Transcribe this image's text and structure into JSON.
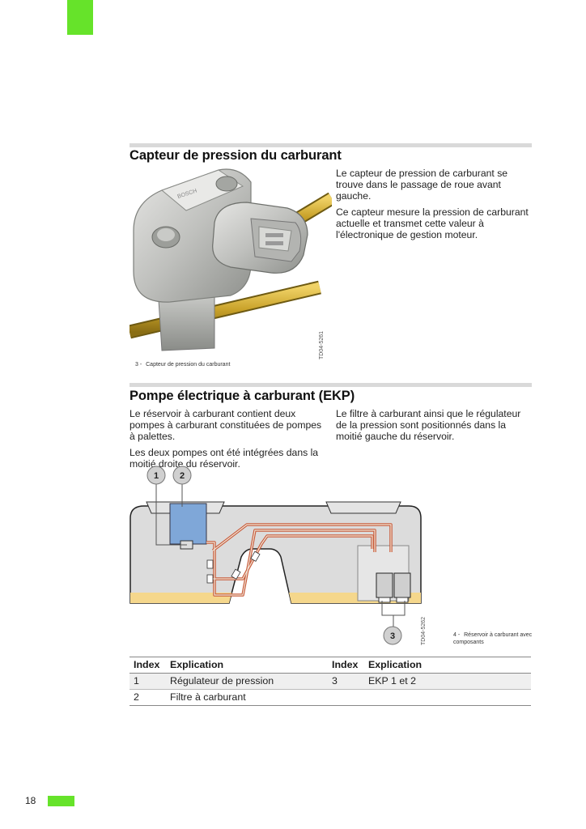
{
  "section1": {
    "title": "Capteur de pression du carburant",
    "paragraphs": [
      "Le capteur de pression de carburant se trouve dans le passage de roue avant gauche.",
      "Ce capteur mesure la pression de carburant actuelle et transmet cette valeur à l'électronique de gestion moteur."
    ],
    "figure": {
      "caption_number": "3 -",
      "caption": "Capteur de pression du carburant",
      "code": "TD04-5261",
      "sensor_brand": "BOSCH"
    }
  },
  "section2": {
    "title": "Pompe électrique à carburant (EKP)",
    "col_left": [
      "Le réservoir à carburant contient deux pompes à carburant constituées de pompes à palettes.",
      "Les deux pompes ont été intégrées dans la moitié droite du réservoir."
    ],
    "col_right": [
      "Le filtre à carburant ainsi que le régulateur de la pression sont positionnés dans la moitié gauche du réservoir."
    ],
    "figure": {
      "callouts": [
        "1",
        "2",
        "3"
      ],
      "caption_number": "4 -",
      "caption": "Réservoir à carburant avec composants",
      "code": "TD04-5262"
    }
  },
  "table": {
    "headers": [
      "Index",
      "Explication",
      "Index",
      "Explication"
    ],
    "rows": [
      [
        "1",
        "Régulateur de pression",
        "3",
        "EKP 1 et 2"
      ],
      [
        "2",
        "Filtre à carburant",
        "",
        ""
      ]
    ]
  },
  "footer": {
    "page_number": "18"
  },
  "colors": {
    "accent_green": "#66e32a",
    "fuel": "#f5d78c",
    "filter_blue": "#7fa7d8",
    "line_red": "#c85a3a",
    "tank_gray": "#dcdcdc"
  }
}
